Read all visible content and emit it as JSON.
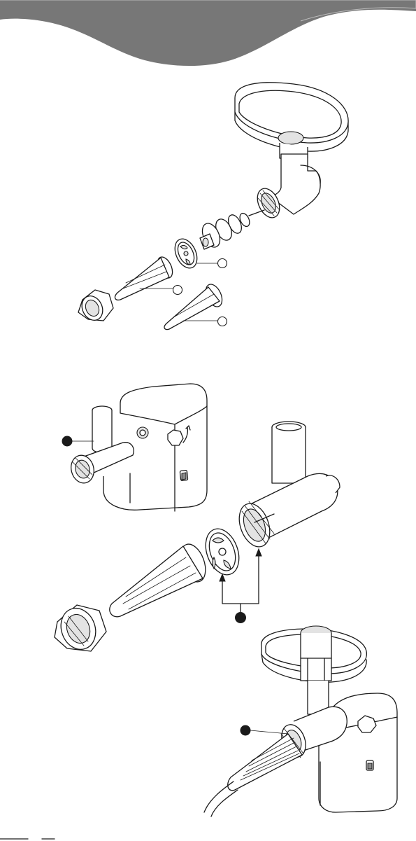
{
  "page": {
    "header_color": "#777777",
    "line_color": "#1a1a1a"
  },
  "figures": [
    {
      "id": "exploded-view",
      "callouts": 3,
      "callout_style": "open-circle"
    },
    {
      "id": "assembly-view",
      "callouts": 2,
      "callout_style": "filled-circle"
    },
    {
      "id": "in-use-view",
      "callouts": 1,
      "callout_style": "filled-circle"
    }
  ]
}
